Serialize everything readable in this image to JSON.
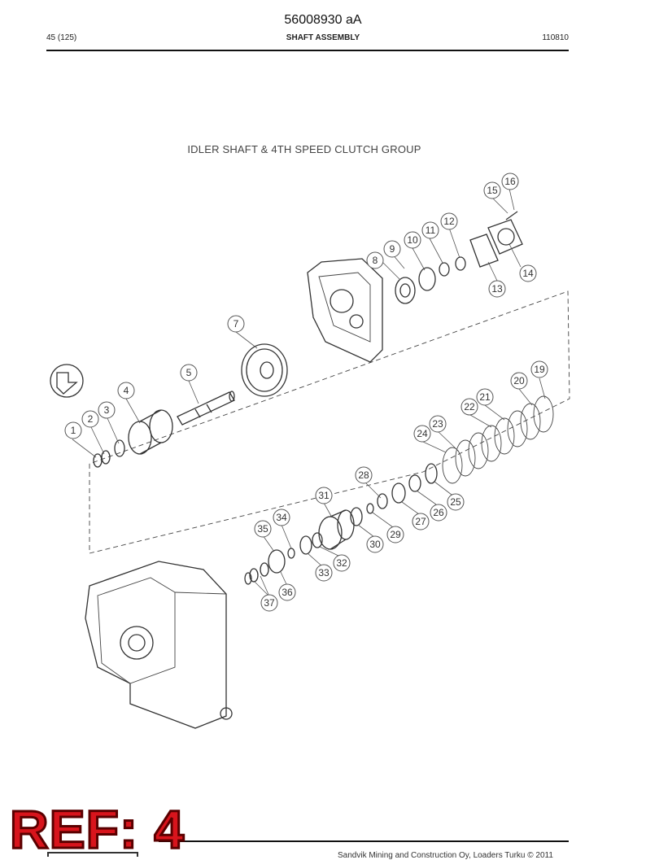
{
  "header": {
    "doc_number": "56008930 aA",
    "page": "45 (125)",
    "section_title": "SHAFT ASSEMBLY",
    "date_code": "110810"
  },
  "diagram": {
    "title": "IDLER SHAFT & 4TH SPEED CLUTCH GROUP",
    "callouts": [
      "1",
      "2",
      "3",
      "4",
      "5",
      "7",
      "8",
      "9",
      "10",
      "11",
      "12",
      "13",
      "14",
      "15",
      "16",
      "19",
      "20",
      "21",
      "22",
      "23",
      "24",
      "25",
      "26",
      "27",
      "28",
      "29",
      "30",
      "31",
      "32",
      "33",
      "34",
      "35",
      "36",
      "37"
    ]
  },
  "footer": {
    "company_text": "Sandvik Mining and Construction Oy, Loaders Turku © 2011"
  },
  "stamp": {
    "text": "REF: 4"
  }
}
